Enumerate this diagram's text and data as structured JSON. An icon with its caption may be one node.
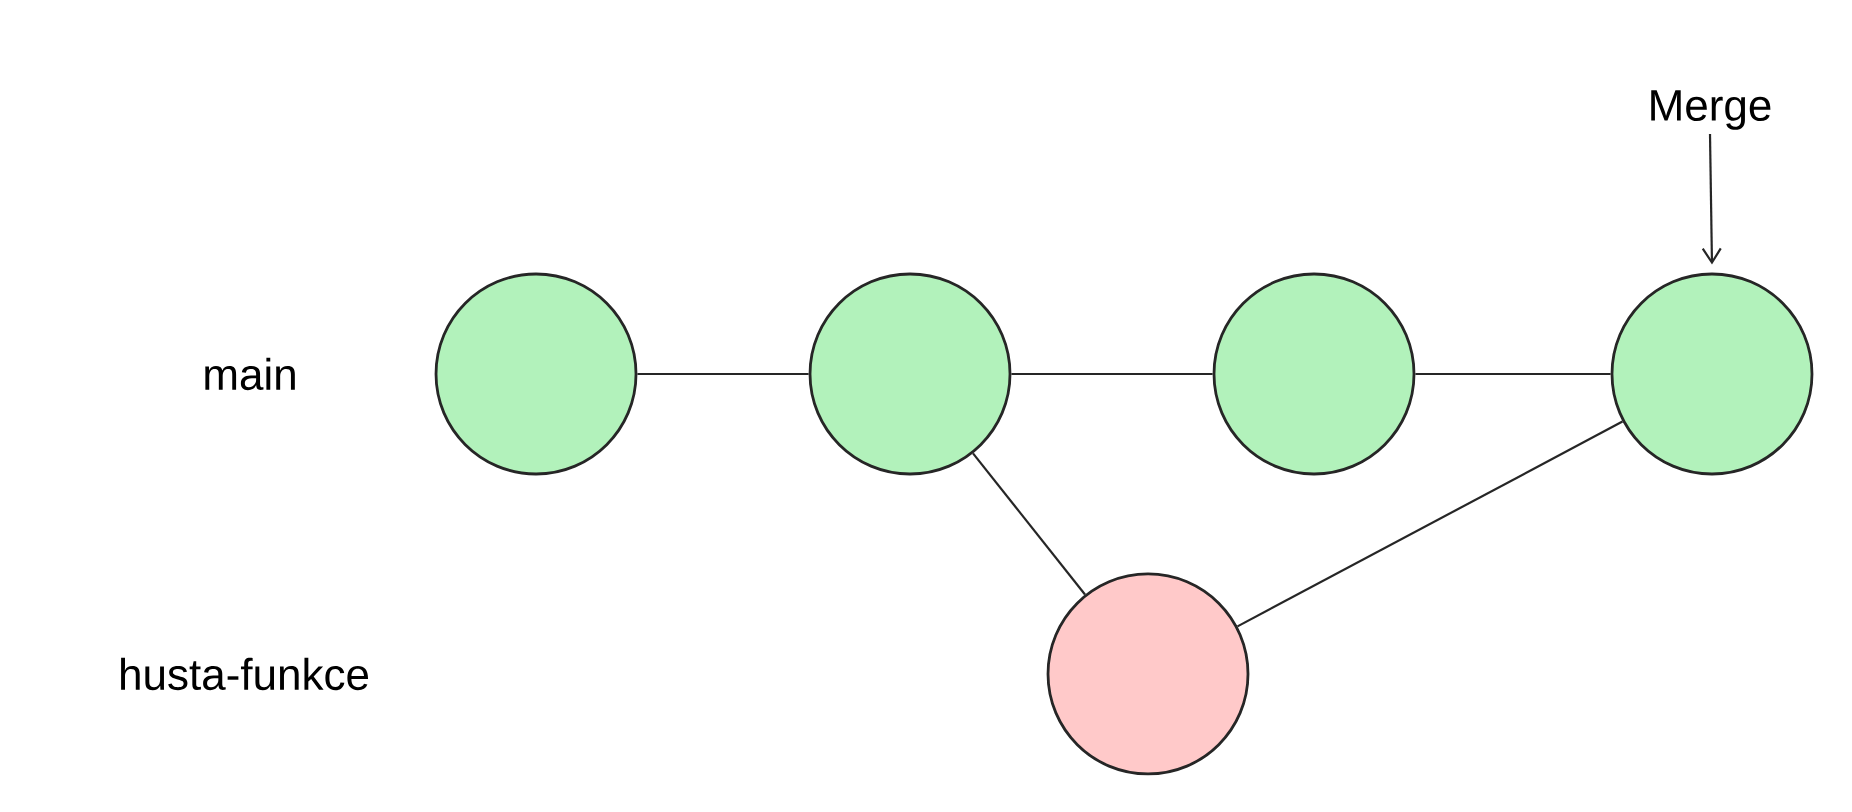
{
  "diagram": {
    "nodes": [
      {
        "text": [
          "Merge"
        ]
      },
      {
        "text": [],
        "shape": "circle"
      },
      {
        "text": [],
        "shape": "circle"
      },
      {
        "text": [],
        "shape": "circle"
      },
      {
        "text": [],
        "shape": "circle"
      },
      {
        "text": [],
        "shape": "circle"
      }
    ],
    "edges": [
      {
        "from": 1,
        "to": 2,
        "arrow": "none"
      },
      {
        "from": 2,
        "to": 3,
        "arrow": "none"
      },
      {
        "from": 3,
        "to": 4,
        "arrow": "none"
      },
      {
        "from": 2,
        "to": 5,
        "arrow": "none"
      },
      {
        "from": 5,
        "to": 4,
        "arrow": "none"
      },
      {
        "from": 0,
        "to": 4,
        "arrow": "to"
      }
    ],
    "labels": [
      "main",
      "husta-funkce"
    ]
  }
}
